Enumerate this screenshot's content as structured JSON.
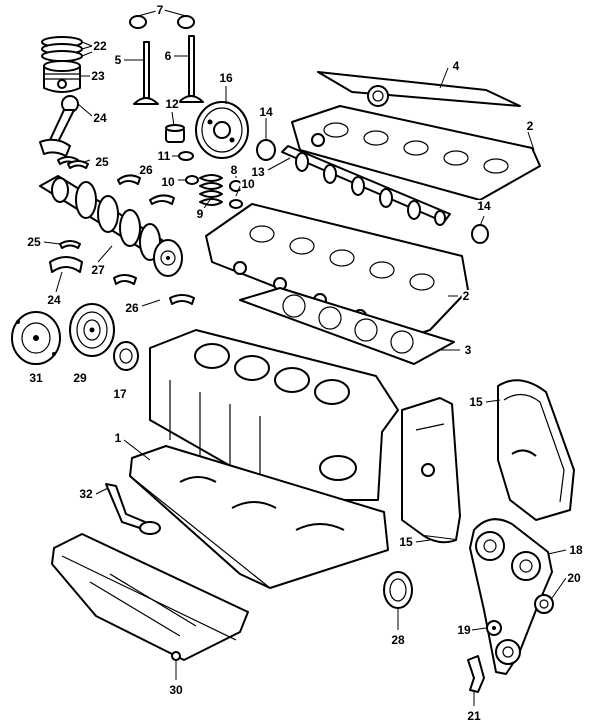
{
  "callouts": [
    {
      "id": "c7",
      "text": "7"
    },
    {
      "id": "c22",
      "text": "22"
    },
    {
      "id": "c5",
      "text": "5"
    },
    {
      "id": "c6",
      "text": "6"
    },
    {
      "id": "c23",
      "text": "23"
    },
    {
      "id": "c4",
      "text": "4"
    },
    {
      "id": "c16",
      "text": "16"
    },
    {
      "id": "c24a",
      "text": "24"
    },
    {
      "id": "c12",
      "text": "12"
    },
    {
      "id": "c14a",
      "text": "14"
    },
    {
      "id": "c2a",
      "text": "2"
    },
    {
      "id": "c11",
      "text": "11"
    },
    {
      "id": "c25a",
      "text": "25"
    },
    {
      "id": "c8",
      "text": "8"
    },
    {
      "id": "c13",
      "text": "13"
    },
    {
      "id": "c26a",
      "text": "26"
    },
    {
      "id": "c10a",
      "text": "10"
    },
    {
      "id": "c10b",
      "text": "10"
    },
    {
      "id": "c9",
      "text": "9"
    },
    {
      "id": "c14b",
      "text": "14"
    },
    {
      "id": "c25b",
      "text": "25"
    },
    {
      "id": "c27",
      "text": "27"
    },
    {
      "id": "c2b",
      "text": "2"
    },
    {
      "id": "c24b",
      "text": "24"
    },
    {
      "id": "c26b",
      "text": "26"
    },
    {
      "id": "c3",
      "text": "3"
    },
    {
      "id": "c31",
      "text": "31"
    },
    {
      "id": "c29",
      "text": "29"
    },
    {
      "id": "c17",
      "text": "17"
    },
    {
      "id": "c15a",
      "text": "15"
    },
    {
      "id": "c1",
      "text": "1"
    },
    {
      "id": "c32",
      "text": "32"
    },
    {
      "id": "c15b",
      "text": "15"
    },
    {
      "id": "c18",
      "text": "18"
    },
    {
      "id": "c20",
      "text": "20"
    },
    {
      "id": "c28",
      "text": "28"
    },
    {
      "id": "c19",
      "text": "19"
    },
    {
      "id": "c30",
      "text": "30"
    },
    {
      "id": "c21",
      "text": "21"
    }
  ]
}
